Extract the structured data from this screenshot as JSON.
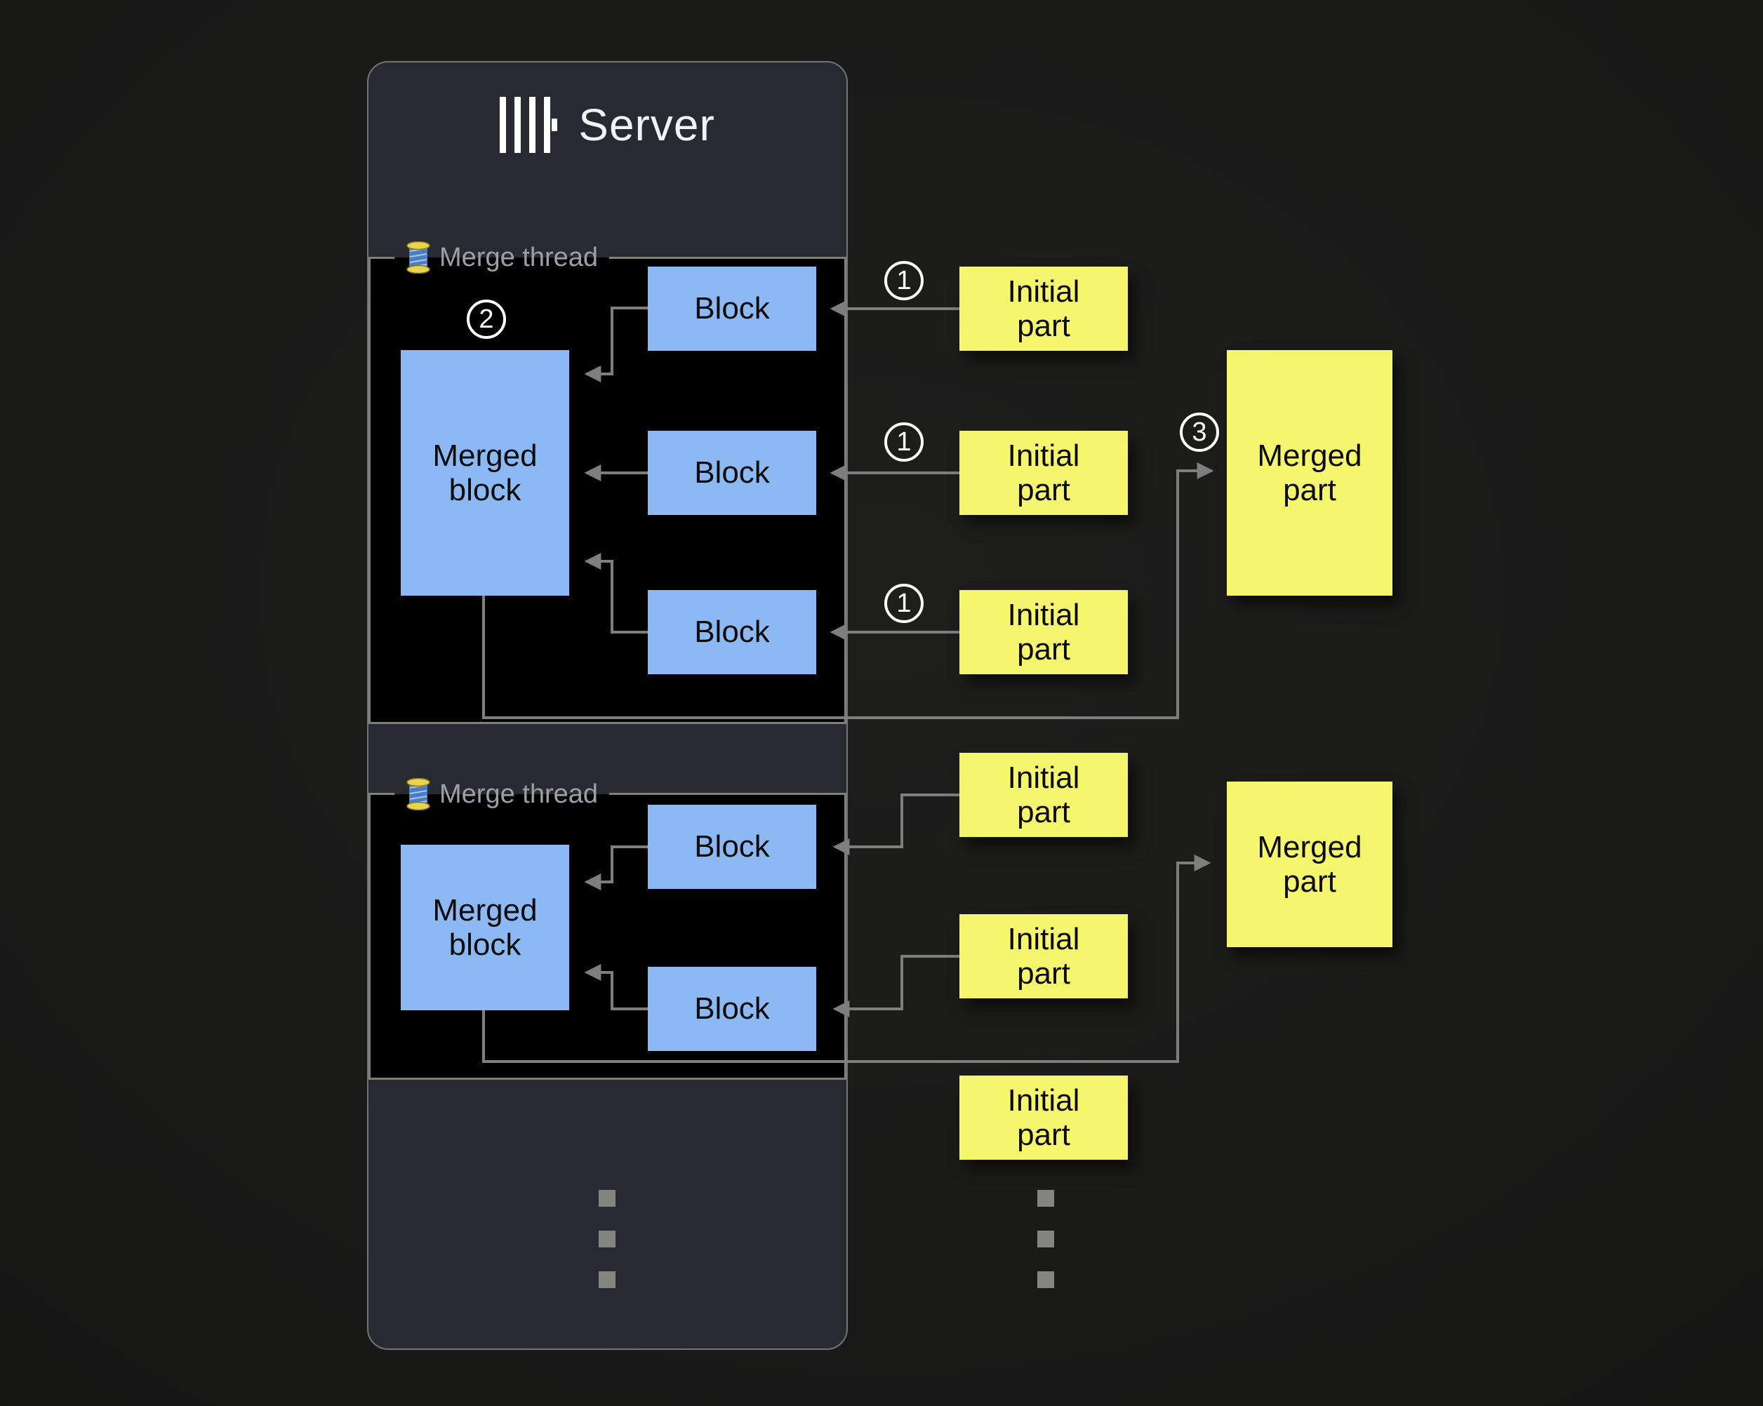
{
  "title": {
    "logo_icon": "clickhouse-logo",
    "text": "Server"
  },
  "labels": {
    "merge_thread": "Merge thread",
    "block": "Block",
    "merged_block": "Merged\nblock",
    "initial_part": "Initial\npart",
    "merged_part": "Merged\npart"
  },
  "steps": {
    "insert": "1",
    "merge": "2",
    "result": "3"
  },
  "colors": {
    "server_panel": "#272a31",
    "panel_black": "#000000",
    "panel_border": "#7f8077",
    "block_blue": "#8cb9f4",
    "part_yellow": "#f5f56e",
    "connector_gray": "#7e7e7e",
    "label_gray": "#9ba0a3",
    "title_white": "#f2f3f5",
    "dot_gray": "#85857f"
  }
}
